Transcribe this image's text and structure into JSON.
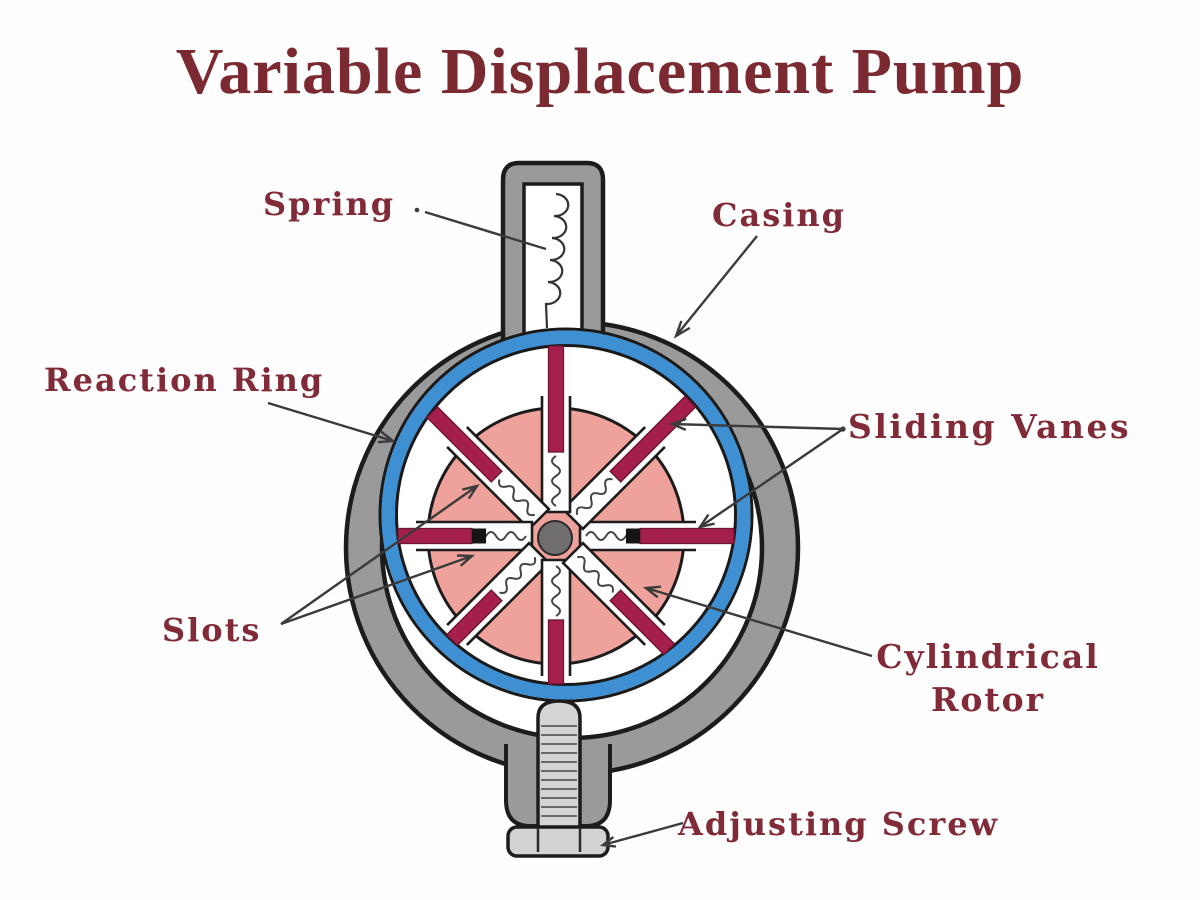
{
  "title": "Variable Displacement Pump",
  "labels": {
    "spring": "Spring",
    "casing": "Casing",
    "reaction_ring": "Reaction Ring",
    "sliding_vanes": "Sliding Vanes",
    "slots": "Slots",
    "cylindrical_rotor_line1": "Cylindrical",
    "cylindrical_rotor_line2": "Rotor",
    "adjusting_screw": "Adjusting Screw"
  },
  "colors": {
    "title_text": "#7b2a31",
    "label_text": "#822b38",
    "casing_gray": "#9b9a9b",
    "reaction_ring_blue": "#3f8fd3",
    "rotor_pink": "#efa29b",
    "vane_crimson": "#a51f4c",
    "hub_gray": "#6f6d6e",
    "screw_gray": "#d6d5d5",
    "outline_black": "#1c1c1c",
    "leader_line": "#3b3b3b",
    "background": "#fefefe"
  }
}
